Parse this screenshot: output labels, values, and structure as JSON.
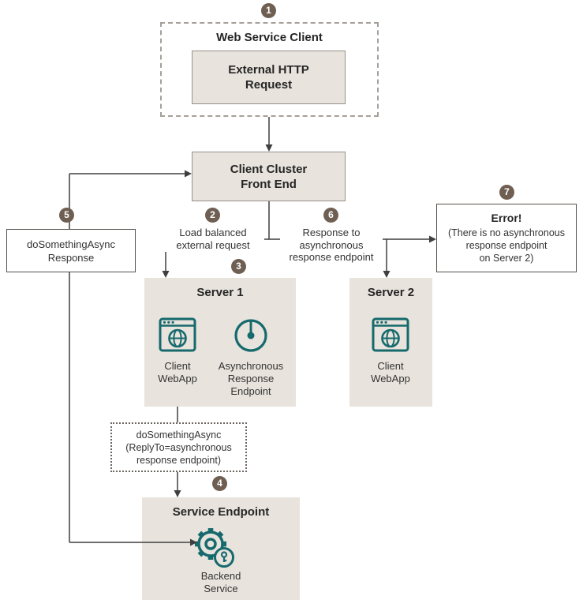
{
  "diagram": {
    "badges": [
      "1",
      "2",
      "3",
      "4",
      "5",
      "6",
      "7"
    ],
    "web_service_client": {
      "title": "Web Service Client",
      "request": "External HTTP\nRequest"
    },
    "front_end": {
      "label": "Client Cluster\nFront End"
    },
    "flow_labels": {
      "load_balanced": "Load balanced\nexternal request",
      "async_response": "Response to\nasynchronous\nresponse endpoint"
    },
    "left_box": {
      "label": "doSomethingAsync\nResponse"
    },
    "request_note": {
      "label": "doSomethingAsync\n(ReplyTo=asynchronous\nresponse endpoint)"
    },
    "error": {
      "title": "Error!",
      "body": "(There is no asynchronous\nresponse endpoint\non Server 2)"
    },
    "server1": {
      "title": "Server 1",
      "webapp": "Client\nWebApp",
      "endpoint": "Asynchronous\nResponse\nEndpoint"
    },
    "server2": {
      "title": "Server 2",
      "webapp": "Client\nWebApp"
    },
    "service_endpoint": {
      "title": "Service Endpoint",
      "backend": "Backend\nService"
    },
    "colors": {
      "box_fill": "#e8e3dc",
      "box_border": "#979089",
      "badge_bg": "#6f5f53",
      "icon_teal": "#166a6d",
      "line": "#3f3f3f",
      "text": "#2b2b2b"
    }
  }
}
